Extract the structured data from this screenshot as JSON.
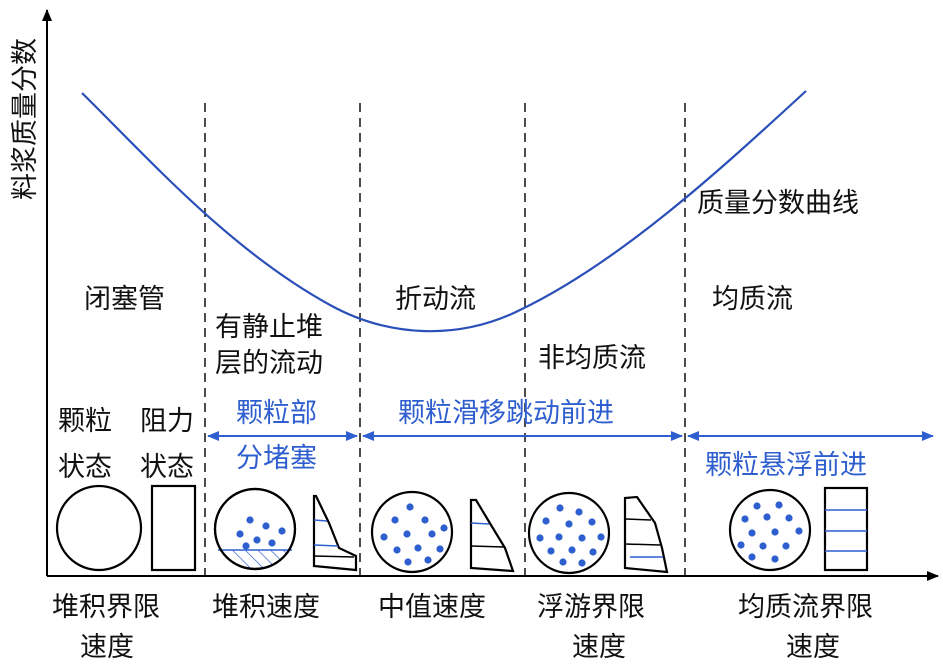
{
  "axis": {
    "y_label": "料浆质量分数"
  },
  "curve": {
    "label": "质量分数曲线",
    "color": "#2b4fb8"
  },
  "flow_regimes": [
    "闭塞管",
    "有静止堆",
    "层的流动",
    "折动流",
    "非均质流",
    "均质流"
  ],
  "state_headers": {
    "particle": [
      "颗粒",
      "状态"
    ],
    "resistance": [
      "阻力",
      "状态"
    ]
  },
  "motion": {
    "partial_block": [
      "颗粒部",
      "分堵塞"
    ],
    "slide_jump": "颗粒滑移跳动前进",
    "suspended": "颗粒悬浮前进"
  },
  "velocities": {
    "deposit_limit": [
      "堆积界限",
      "速度"
    ],
    "deposit": "堆积速度",
    "median": "中值速度",
    "float_limit": [
      "浮游界限",
      "速度"
    ],
    "homogeneous_limit": [
      "均质流界限",
      "速度"
    ]
  },
  "colors": {
    "accent": "#2f5fcf",
    "axis": "#000000"
  }
}
